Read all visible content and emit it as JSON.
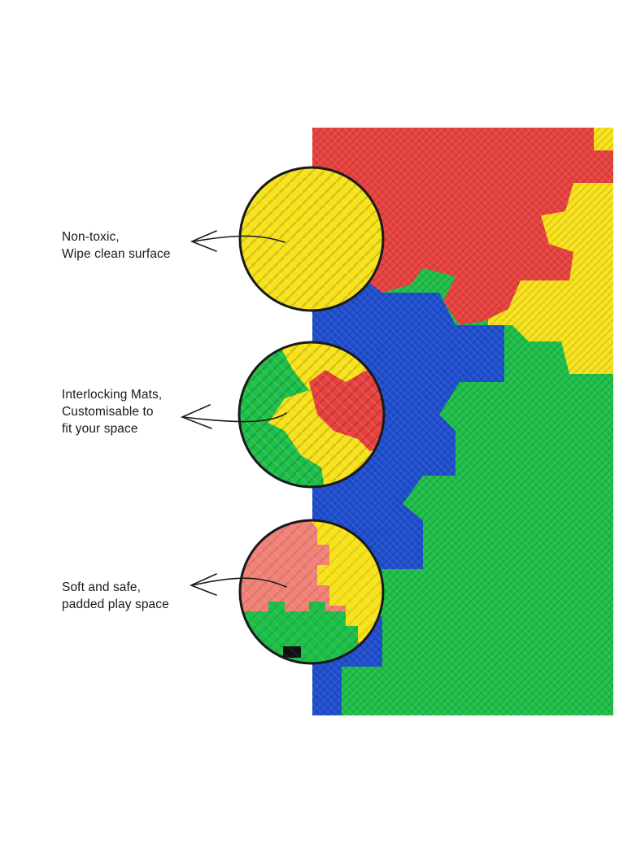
{
  "features": [
    {
      "line1": "Non-toxic,",
      "line2": "Wipe clean surface",
      "line3": ""
    },
    {
      "line1": "Interlocking Mats,",
      "line2": "Customisable to",
      "line3": "fit your space"
    },
    {
      "line1": "Soft and safe,",
      "line2": "padded play space",
      "line3": ""
    }
  ],
  "colors": {
    "red": "#e8423f",
    "yellow": "#f7e21b",
    "blue": "#1f4fcf",
    "green": "#1fbf4a",
    "salmon": "#f08277",
    "outline": "#1a1a1a"
  }
}
